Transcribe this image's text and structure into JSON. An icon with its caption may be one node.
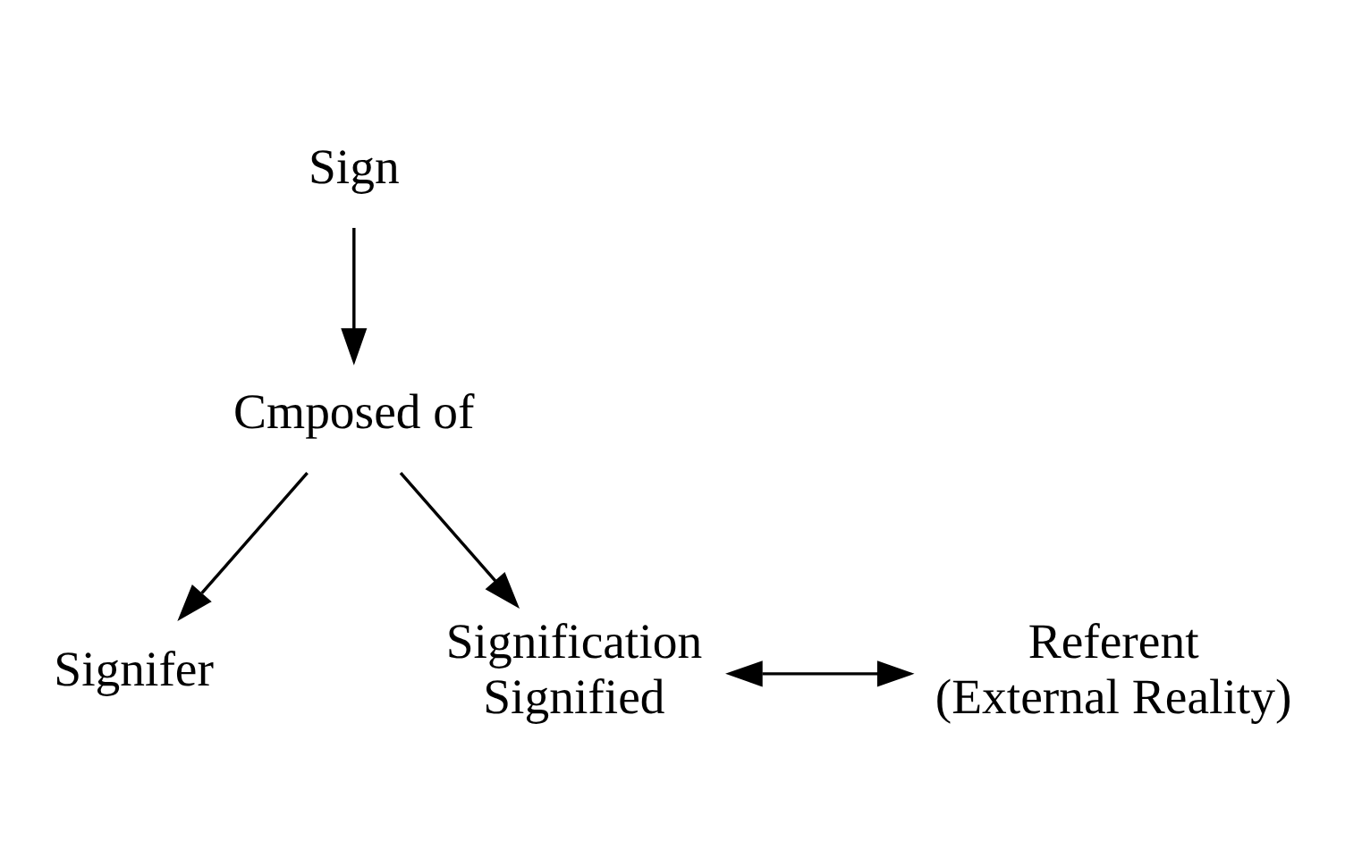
{
  "diagram": {
    "nodes": [
      {
        "text": [
          "Sign"
        ]
      },
      {
        "text": [
          "Cmposed of"
        ]
      },
      {
        "text": [
          "Signifer"
        ]
      },
      {
        "text": [
          "Signification",
          "Signified"
        ]
      },
      {
        "text": [
          "Referent",
          "(External Reality)"
        ]
      }
    ],
    "edges": [
      {
        "from": 0,
        "to": 1,
        "arrow": "to"
      },
      {
        "from": 1,
        "to": 2,
        "arrow": "to"
      },
      {
        "from": 1,
        "to": 3,
        "arrow": "to"
      },
      {
        "from": 3,
        "to": 4,
        "arrow": "both"
      }
    ]
  }
}
